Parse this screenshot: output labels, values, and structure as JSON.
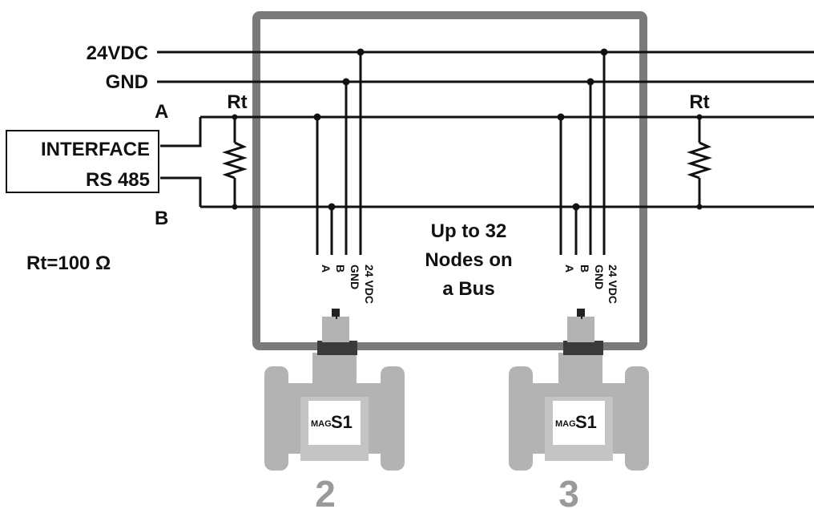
{
  "bus": {
    "power_label": "24VDC",
    "ground_label": "GND",
    "line_a_label": "A",
    "line_b_label": "B"
  },
  "interface": {
    "line1": "INTERFACE",
    "line2": "RS 485"
  },
  "termination": {
    "left_label": "Rt",
    "right_label": "Rt",
    "value_text": "Rt=100 Ω"
  },
  "note": {
    "line1": "Up to 32",
    "line2": "Nodes on",
    "line3": "a Bus"
  },
  "nodes": [
    {
      "number": "2",
      "brand_prefix": "MAG",
      "brand_mark": "S1",
      "pins": [
        "A",
        "B",
        "GND",
        "24 VDC"
      ]
    },
    {
      "number": "3",
      "brand_prefix": "MAG",
      "brand_mark": "S1",
      "pins": [
        "A",
        "B",
        "GND",
        "24 VDC"
      ]
    }
  ],
  "colors": {
    "wire": "#111111",
    "enclosure": "#7a7a7a",
    "meter_body": "#b3b3b3",
    "meter_dark": "#3a3a3a",
    "node_number": "#9a9a9a"
  }
}
